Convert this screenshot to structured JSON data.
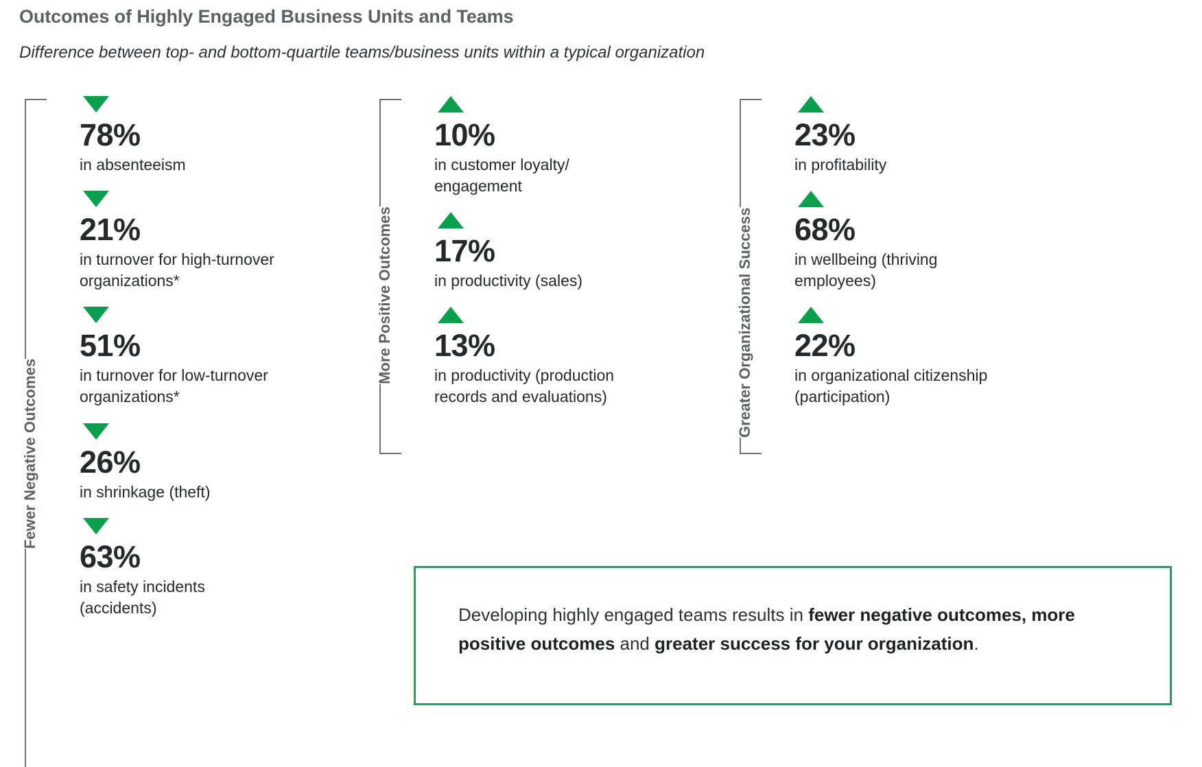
{
  "header": {
    "title": "Outcomes of Highly Engaged Business Units and Teams",
    "subtitle": "Difference between top- and bottom-quartile teams/business units within a typical organization"
  },
  "colors": {
    "accent_green": "#0a9e4f",
    "callout_border": "#13a757",
    "title_gray": "#5c6164",
    "body_dark": "#24292c",
    "bracket_gray": "#6b7175"
  },
  "chart_data": {
    "type": "table",
    "title": "Outcomes of Highly Engaged Business Units and Teams",
    "subtitle": "Difference between top- and bottom-quartile teams/business units within a typical organization",
    "categories": [
      "Fewer Negative Outcomes",
      "More Positive Outcomes",
      "Greater Organizational Success"
    ],
    "series": [
      {
        "name": "Fewer Negative Outcomes",
        "direction": "down",
        "values": [
          78,
          21,
          51,
          26,
          63
        ],
        "labels": [
          "in absenteeism",
          "in turnover for high-turnover organizations*",
          "in turnover for low-turnover organizations*",
          "in shrinkage (theft)",
          "in safety incidents (accidents)"
        ]
      },
      {
        "name": "More Positive Outcomes",
        "direction": "up",
        "values": [
          10,
          17,
          13
        ],
        "labels": [
          "in customer loyalty/ engagement",
          "in productivity (sales)",
          "in productivity (production records and evaluations)"
        ]
      },
      {
        "name": "Greater Organizational Success",
        "direction": "up",
        "values": [
          23,
          68,
          22
        ],
        "labels": [
          "in profitability",
          "in wellbeing (thriving employees)",
          "in organizational citizenship (participation)"
        ]
      }
    ],
    "units": "percent",
    "annotation": "Developing highly engaged teams results in fewer negative outcomes, more positive outcomes and greater success for your organization."
  },
  "columns": [
    {
      "axis_label": "Fewer Negative Outcomes",
      "direction": "down",
      "icon": "triangle-down-icon",
      "stats": [
        {
          "value": "78%",
          "caption": "in absenteeism"
        },
        {
          "value": "21%",
          "caption": "in turnover for high-turnover organizations*"
        },
        {
          "value": "51%",
          "caption": "in turnover for low-turnover organizations*"
        },
        {
          "value": "26%",
          "caption": "in shrinkage (theft)"
        },
        {
          "value": "63%",
          "caption": "in safety incidents (accidents)"
        }
      ]
    },
    {
      "axis_label": "More Positive Outcomes",
      "direction": "up",
      "icon": "triangle-up-icon",
      "stats": [
        {
          "value": "10%",
          "caption": "in customer loyalty/ engagement"
        },
        {
          "value": "17%",
          "caption": "in productivity (sales)"
        },
        {
          "value": "13%",
          "caption": "in productivity (production records and evaluations)"
        }
      ]
    },
    {
      "axis_label": "Greater Organizational Success",
      "direction": "up",
      "icon": "triangle-up-icon",
      "stats": [
        {
          "value": "23%",
          "caption": "in profitability"
        },
        {
          "value": "68%",
          "caption": "in wellbeing (thriving employees)"
        },
        {
          "value": "22%",
          "caption": "in organizational citizenship (participation)"
        }
      ]
    }
  ],
  "callout": {
    "segments": [
      {
        "text": "Developing highly engaged teams results in ",
        "bold": false
      },
      {
        "text": "fewer negative outcomes, more positive outcomes",
        "bold": true
      },
      {
        "text": " and ",
        "bold": false
      },
      {
        "text": "greater success for your organization",
        "bold": true
      },
      {
        "text": ".",
        "bold": false
      }
    ],
    "full_text": "Developing highly engaged teams results in fewer negative outcomes, more positive outcomes and greater success for your organization."
  }
}
